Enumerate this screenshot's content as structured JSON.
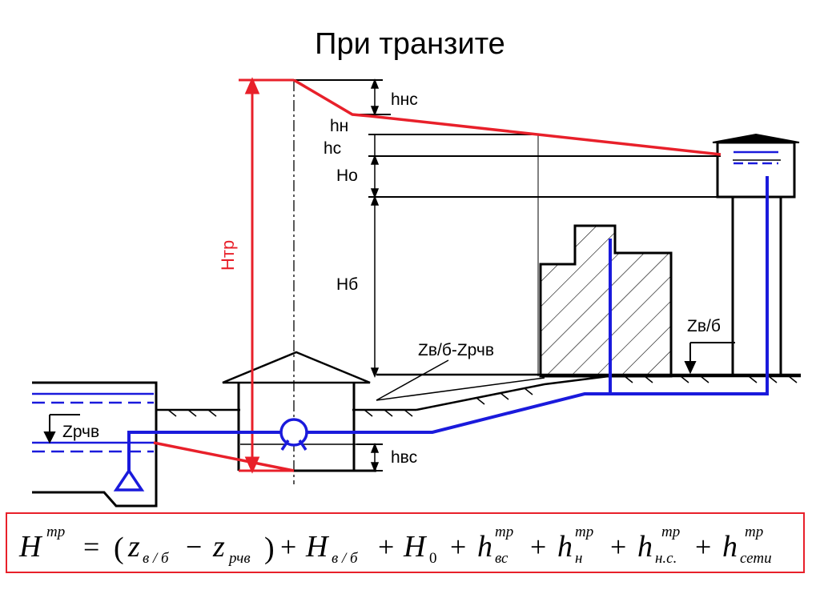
{
  "title": "При транзите",
  "labels": {
    "h_nc": "hнс",
    "h_n": "hн",
    "h_c": "hс",
    "H_o": "Но",
    "H_b": "Нб",
    "H_tr": "Нтр",
    "z_diff": "Zв/б-Zрчв",
    "z_vb": "Zв/б",
    "z_rchv": "Zрчв",
    "h_vc": "hвс"
  },
  "formula": {
    "lhs_base": "H",
    "lhs_sup": "тр",
    "eq": "=",
    "open": "(",
    "z1_base": "z",
    "z1_sub": "в / б",
    "minus": "−",
    "z2_base": "z",
    "z2_sub": "рчв",
    "close": ")",
    "plus": "+",
    "hvb_base": "H",
    "hvb_sub": "в / б",
    "h0_base": "H",
    "h0_sub": "0",
    "t1_base": "h",
    "t1_sup": "тр",
    "t1_sub": "вс",
    "t2_base": "h",
    "t2_sup": "тр",
    "t2_sub": "н",
    "t3_base": "h",
    "t3_sup": "тр",
    "t3_sub": "н.с.",
    "t4_base": "h",
    "t4_sup": "тр",
    "t4_sub": "сети"
  },
  "colors": {
    "pipe": "#1a1adc",
    "pressure_line": "#e8202a",
    "structure": "#000000",
    "formula_border": "#e8202a"
  }
}
